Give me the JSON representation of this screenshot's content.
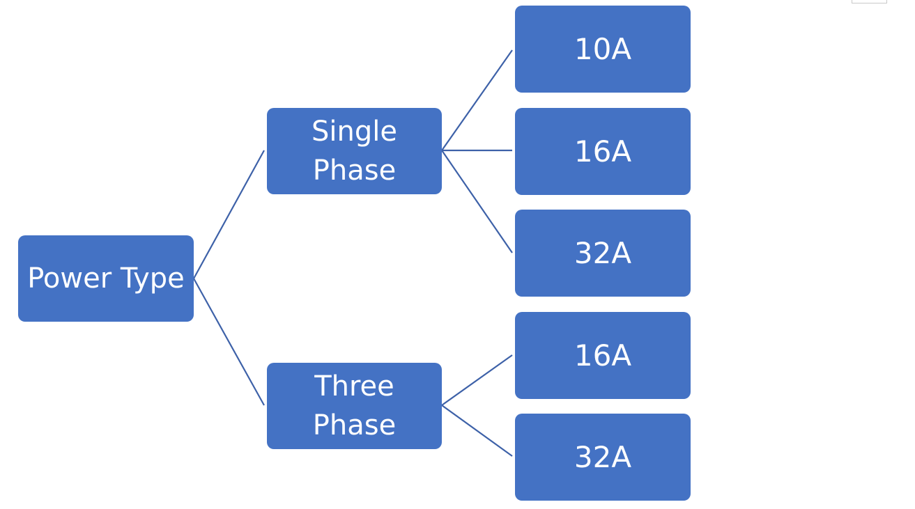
{
  "diagram": {
    "colors": {
      "node_fill": "#4472c4",
      "node_text": "#ffffff",
      "connector": "#3d61a8"
    },
    "root": {
      "label": "Power Type"
    },
    "branches": [
      {
        "label": "Single Phase",
        "children": [
          "10A",
          "16A",
          "32A"
        ]
      },
      {
        "label": "Three Phase",
        "children": [
          "16A",
          "32A"
        ]
      }
    ]
  }
}
